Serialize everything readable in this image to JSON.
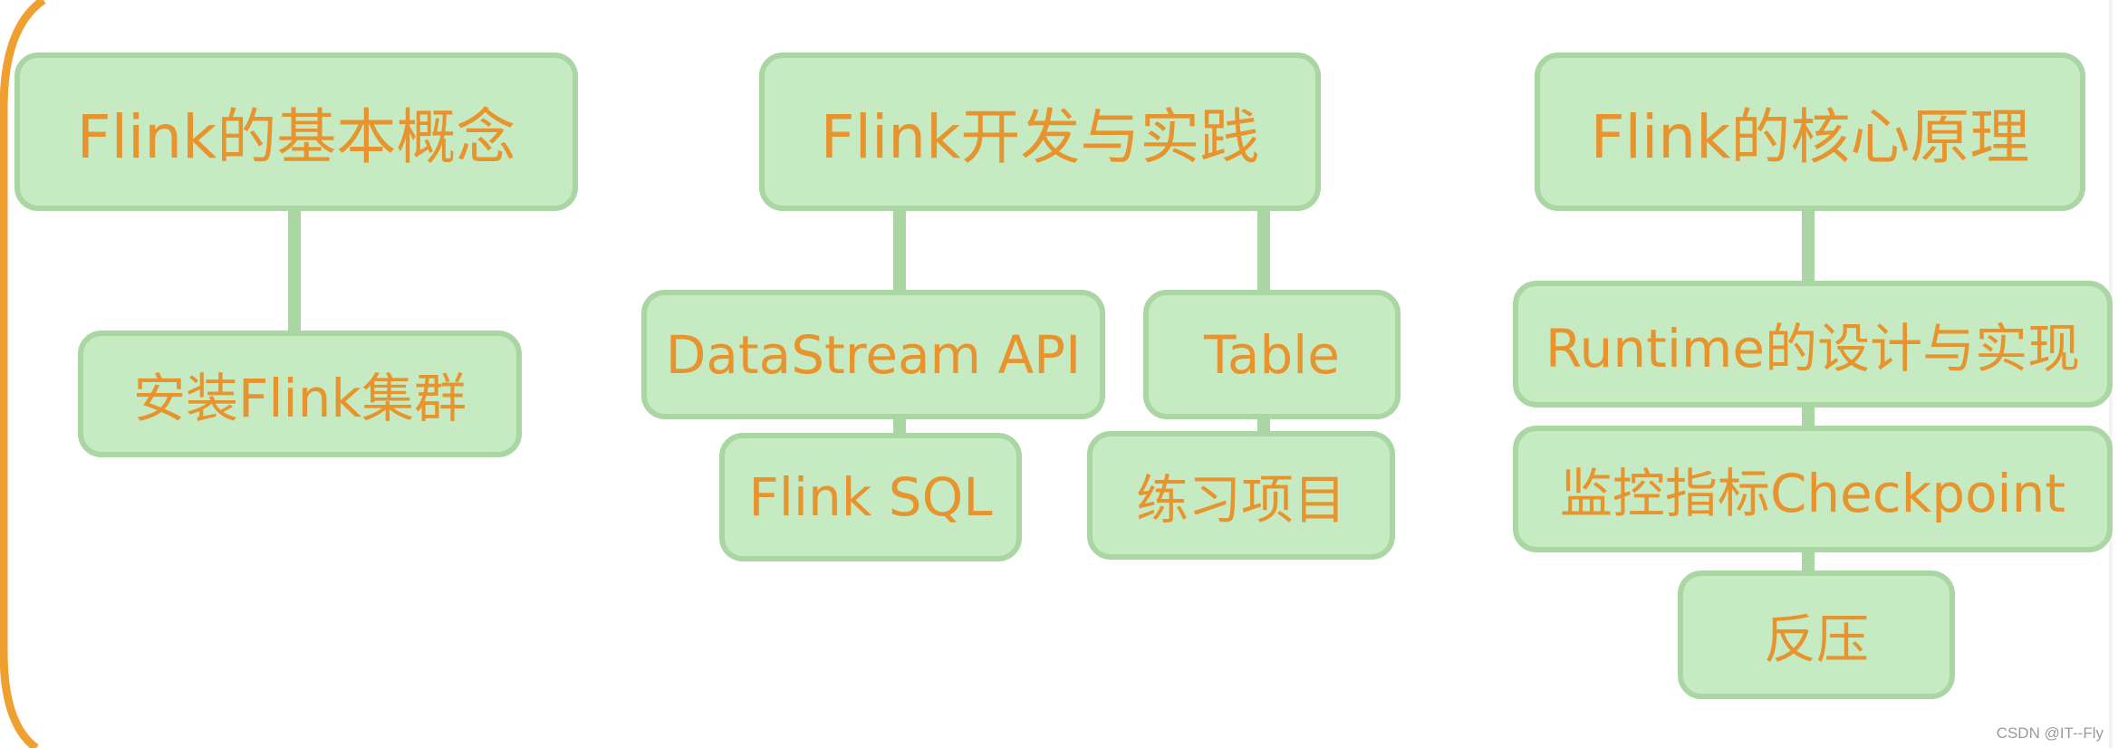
{
  "colors": {
    "node_fill": "#c6ebc2",
    "node_border": "#a9d6a3",
    "text": "#e8942e",
    "connector": "#a9d6a3",
    "frame": "#f0a030"
  },
  "tree": {
    "basics": {
      "title": "Flink的基本概念",
      "children": [
        "安装Flink集群"
      ]
    },
    "dev": {
      "title": "Flink开发与实践",
      "children": [
        "DataStream API",
        "Flink SQL",
        "Table",
        "练习项目"
      ]
    },
    "core": {
      "title": "Flink的核心原理",
      "children": [
        "Runtime的设计与实现",
        "监控指标Checkpoint",
        "反压"
      ]
    }
  },
  "watermark": "CSDN @IT--Fly"
}
